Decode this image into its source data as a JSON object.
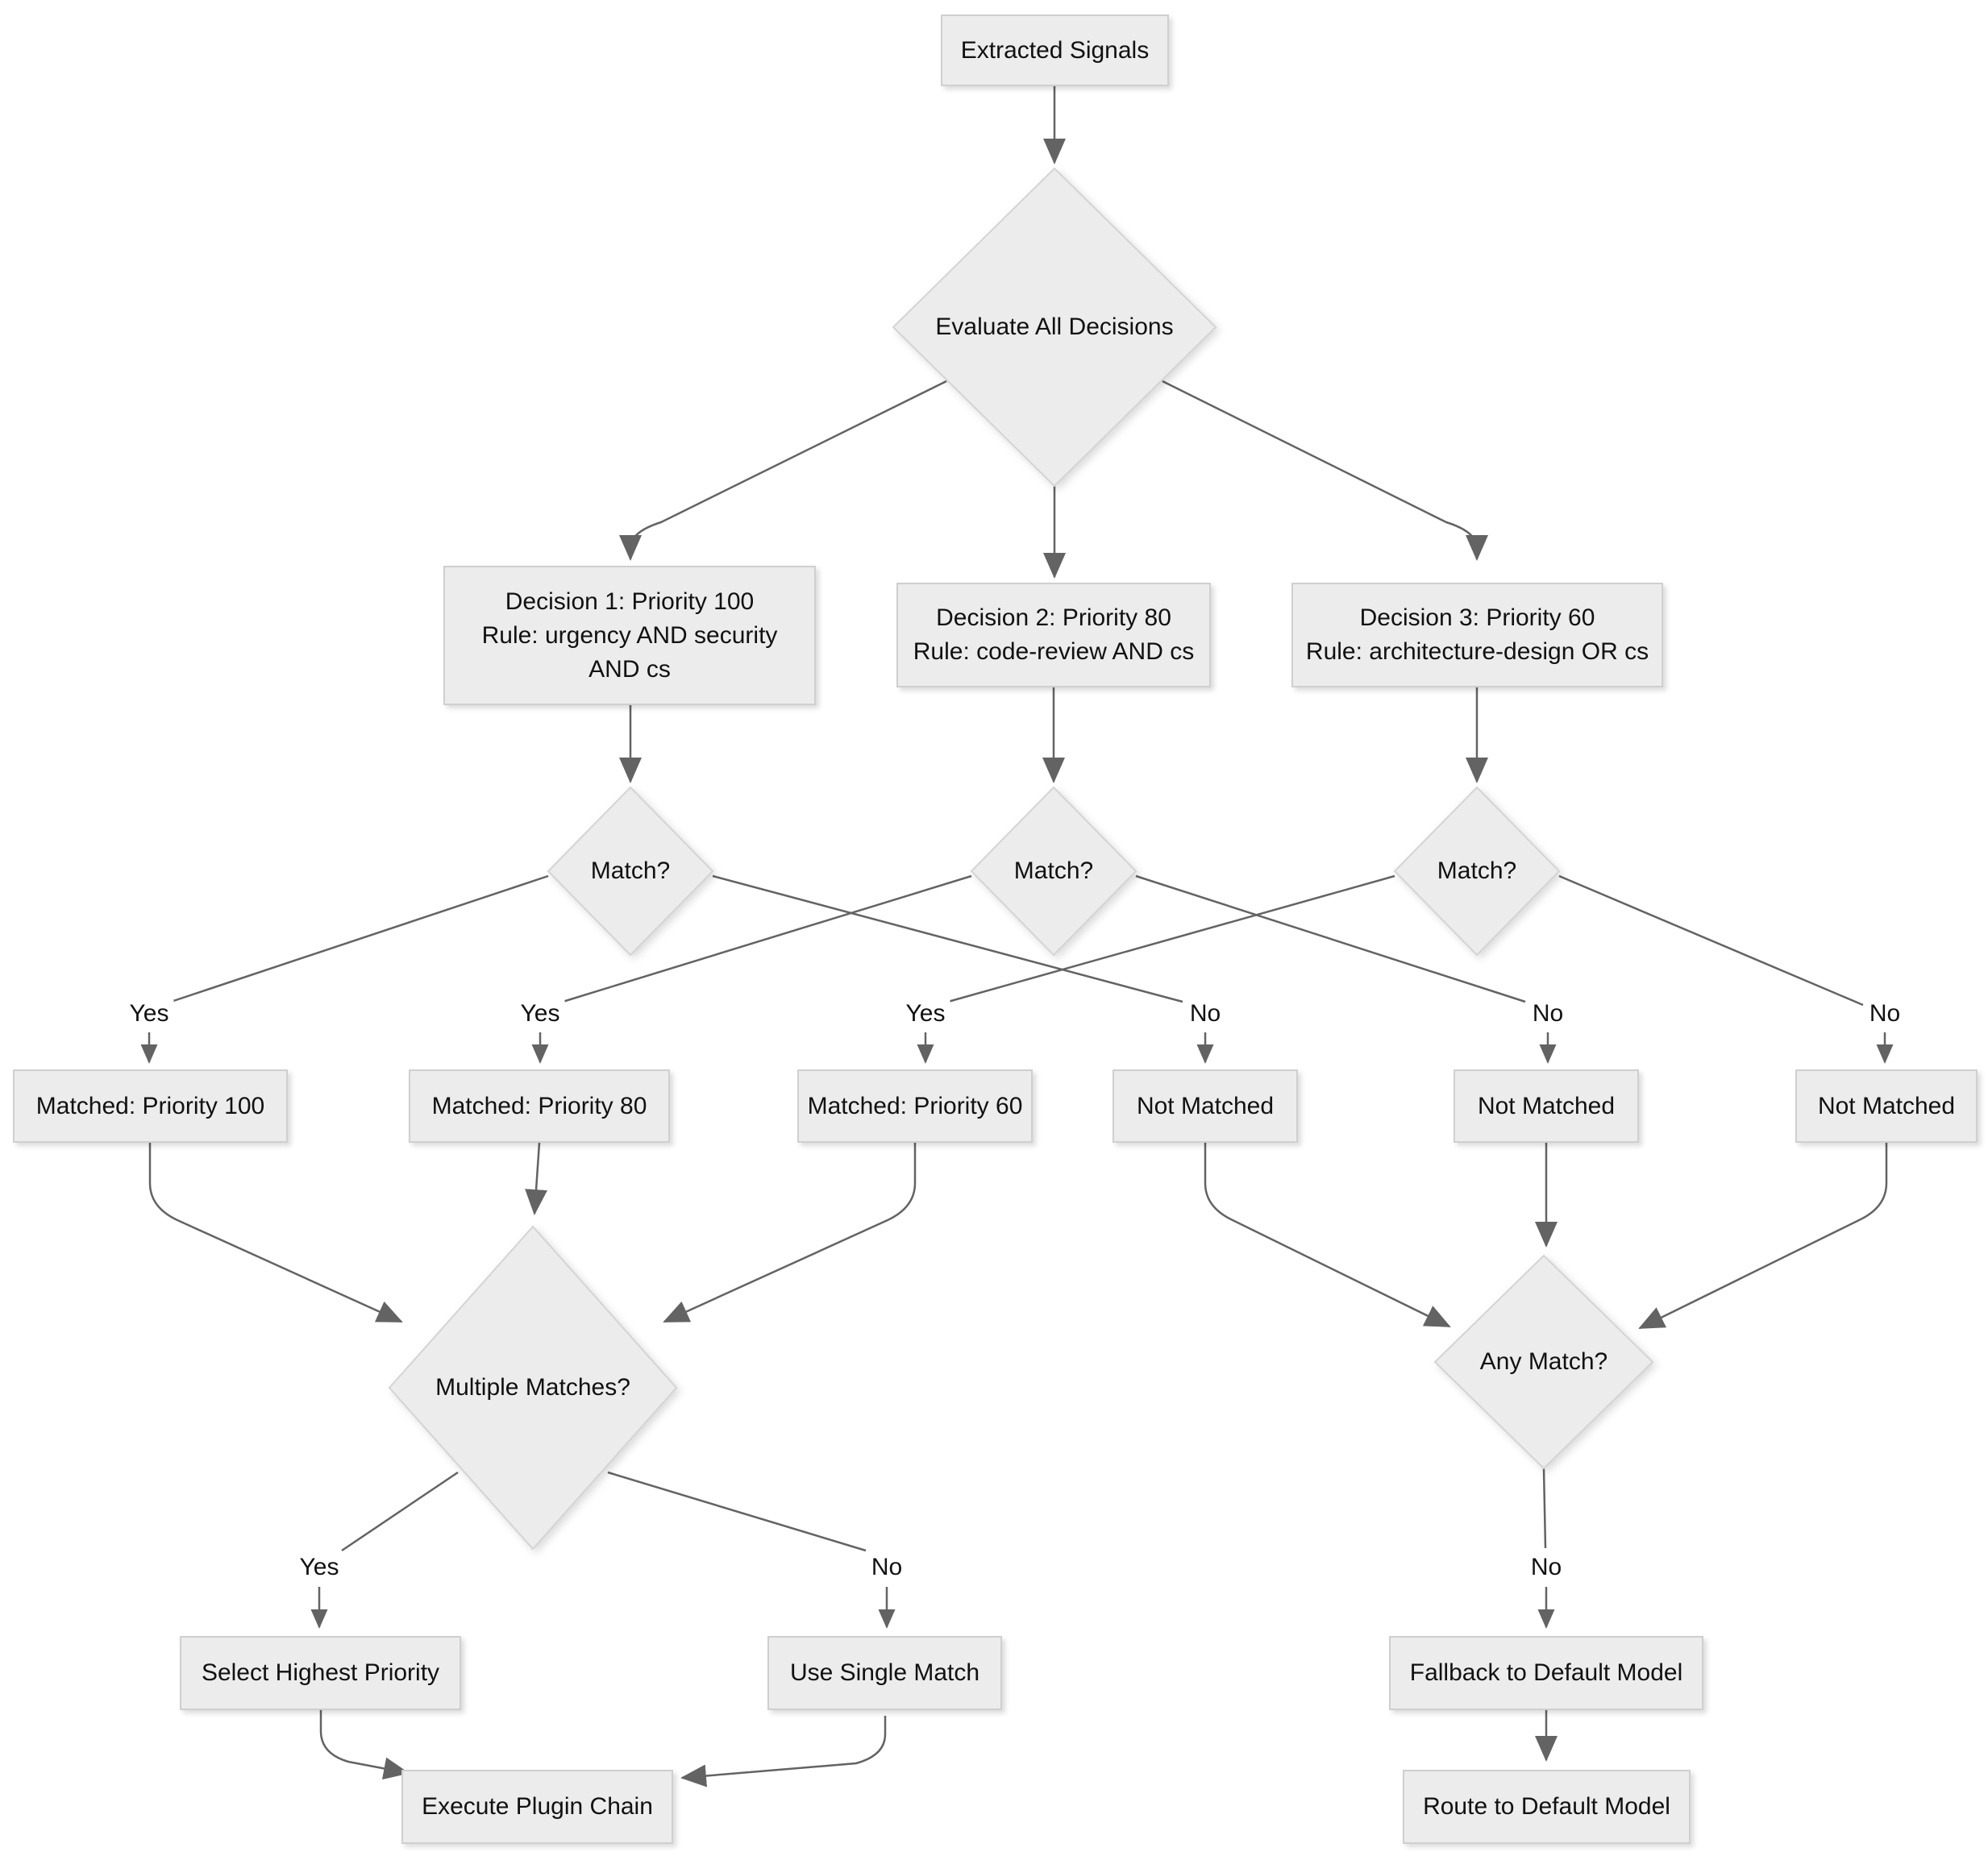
{
  "diagram": {
    "type": "flowchart",
    "background": "#ffffff",
    "node_fill": "#ececec",
    "node_border": "#cfcfcf",
    "edge_color": "#636363",
    "text_color": "#111111"
  },
  "nodes": {
    "extracted_signals": {
      "label": "Extracted Signals"
    },
    "evaluate_all_decisions": {
      "label": "Evaluate All Decisions"
    },
    "decision1": {
      "label": "Decision 1: Priority 100\nRule: urgency AND security\nAND cs"
    },
    "decision2": {
      "label": "Decision 2: Priority 80\nRule: code-review AND cs"
    },
    "decision3": {
      "label": "Decision 3: Priority 60\nRule: architecture-design OR cs"
    },
    "match1": {
      "label": "Match?"
    },
    "match2": {
      "label": "Match?"
    },
    "match3": {
      "label": "Match?"
    },
    "matched_100": {
      "label": "Matched: Priority 100"
    },
    "matched_80": {
      "label": "Matched: Priority 80"
    },
    "matched_60": {
      "label": "Matched: Priority 60"
    },
    "not_matched_1": {
      "label": "Not Matched"
    },
    "not_matched_2": {
      "label": "Not Matched"
    },
    "not_matched_3": {
      "label": "Not Matched"
    },
    "multiple_matches": {
      "label": "Multiple Matches?"
    },
    "any_match": {
      "label": "Any Match?"
    },
    "select_highest_priority": {
      "label": "Select Highest Priority"
    },
    "use_single_match": {
      "label": "Use Single Match"
    },
    "fallback_default": {
      "label": "Fallback to Default Model"
    },
    "execute_plugin_chain": {
      "label": "Execute Plugin Chain"
    },
    "route_default": {
      "label": "Route to Default Model"
    }
  },
  "edge_labels": {
    "match1_yes": "Yes",
    "match2_yes": "Yes",
    "match3_yes": "Yes",
    "match1_no": "No",
    "match2_no": "No",
    "match3_no": "No",
    "multiple_yes": "Yes",
    "multiple_no": "No",
    "any_no": "No"
  },
  "edges": [
    {
      "from": "extracted_signals",
      "to": "evaluate_all_decisions",
      "label": ""
    },
    {
      "from": "evaluate_all_decisions",
      "to": "decision1",
      "label": ""
    },
    {
      "from": "evaluate_all_decisions",
      "to": "decision2",
      "label": ""
    },
    {
      "from": "evaluate_all_decisions",
      "to": "decision3",
      "label": ""
    },
    {
      "from": "decision1",
      "to": "match1",
      "label": ""
    },
    {
      "from": "decision2",
      "to": "match2",
      "label": ""
    },
    {
      "from": "decision3",
      "to": "match3",
      "label": ""
    },
    {
      "from": "match1",
      "to": "matched_100",
      "label": "Yes"
    },
    {
      "from": "match1",
      "to": "not_matched_1",
      "label": "No"
    },
    {
      "from": "match2",
      "to": "matched_80",
      "label": "Yes"
    },
    {
      "from": "match2",
      "to": "not_matched_2",
      "label": "No"
    },
    {
      "from": "match3",
      "to": "matched_60",
      "label": "Yes"
    },
    {
      "from": "match3",
      "to": "not_matched_3",
      "label": "No"
    },
    {
      "from": "matched_100",
      "to": "multiple_matches",
      "label": ""
    },
    {
      "from": "matched_80",
      "to": "multiple_matches",
      "label": ""
    },
    {
      "from": "matched_60",
      "to": "multiple_matches",
      "label": ""
    },
    {
      "from": "not_matched_1",
      "to": "any_match",
      "label": ""
    },
    {
      "from": "not_matched_2",
      "to": "any_match",
      "label": ""
    },
    {
      "from": "not_matched_3",
      "to": "any_match",
      "label": ""
    },
    {
      "from": "multiple_matches",
      "to": "select_highest_priority",
      "label": "Yes"
    },
    {
      "from": "multiple_matches",
      "to": "use_single_match",
      "label": "No"
    },
    {
      "from": "any_match",
      "to": "fallback_default",
      "label": "No"
    },
    {
      "from": "select_highest_priority",
      "to": "execute_plugin_chain",
      "label": ""
    },
    {
      "from": "use_single_match",
      "to": "execute_plugin_chain",
      "label": ""
    },
    {
      "from": "fallback_default",
      "to": "route_default",
      "label": ""
    }
  ]
}
